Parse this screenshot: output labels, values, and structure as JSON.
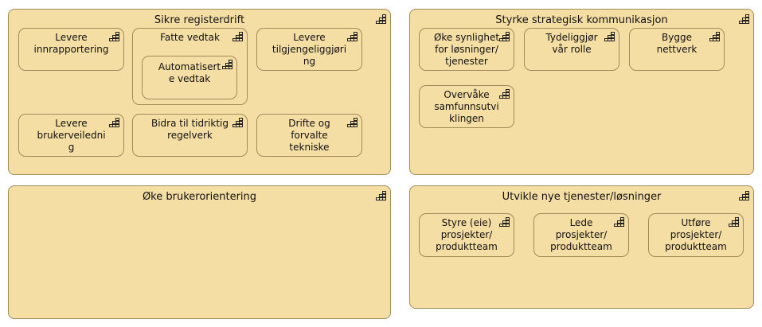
{
  "groups": {
    "sikre": {
      "title": "Sikre registerdrift",
      "items": {
        "levere_innrapportering": "Levere\ninnrapportering",
        "fatte_vedtak": "Fatte vedtak",
        "automatisert_vedtak": "Automatisert\ne vedtak",
        "levere_tilgjengeliggjoring": "Levere\ntilgjengeliggjøri\nng",
        "levere_brukerveiledning": "Levere\nbrukerveiledni\ng",
        "bidra_regelverk": "Bidra til tidriktig\nregelverk",
        "drifte_forvalte": "Drifte og\nforvalte\ntekniske"
      }
    },
    "styrke": {
      "title": "Styrke strategisk kommunikasjon",
      "items": {
        "oke_synlighet": "Øke synlighet\nfor løsninger/\ntjenester",
        "tydeliggjor_rolle": "Tydeliggjør\nvår rolle",
        "bygge_nettverk": "Bygge\nnettverk",
        "overvake": "Overvåke\nsamfunnsutvi\nklingen"
      }
    },
    "oke": {
      "title": "Øke brukerorientering"
    },
    "utvikle": {
      "title": "Utvikle nye tjenester/løsninger",
      "items": {
        "styre": "Styre (eie)\nprosjekter/\nproduktteam",
        "lede": "Lede\nprosjekter/\nproduktteam",
        "utfore": "Utføre\nprosjekter/\nproduktteam"
      }
    }
  },
  "icon": "capability-icon",
  "colors": {
    "fill": "#f5dea4",
    "border": "#a08c5a"
  }
}
